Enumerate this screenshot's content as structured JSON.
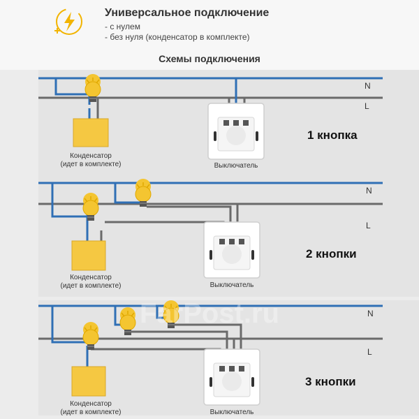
{
  "header": {
    "title": "Универсальное подключение",
    "bullets": [
      "- с нулем",
      "- без нуля (конденсатор в комплекте)"
    ],
    "logo_icon": "lightning-plug-icon"
  },
  "section_title": "Схемы подключения",
  "line_labels": {
    "neutral": "N",
    "live": "L"
  },
  "schemes": [
    {
      "buttons_label": "1 кнопка",
      "lamps": 1,
      "capacitor_label_1": "Конденсатор",
      "capacitor_label_2": "(идет в комплекте)",
      "switch_label": "Выключатель"
    },
    {
      "buttons_label": "2 кнопки",
      "lamps": 2,
      "capacitor_label_1": "Конденсатор",
      "capacitor_label_2": "(идет в комплекте)",
      "switch_label": "Выключатель"
    },
    {
      "buttons_label": "3 кнопки",
      "lamps": 3,
      "capacitor_label_1": "Конденсатор",
      "capacitor_label_2": "(идет в комплекте)",
      "switch_label": "Выключатель"
    }
  ],
  "watermark": "FarPost.ru",
  "colors": {
    "neutral_wire": "#2f6fb5",
    "live_wire": "#6a6a6a",
    "lamp": "#f4c531",
    "capacitor": "#f5c842",
    "accent": "#f2b400"
  }
}
